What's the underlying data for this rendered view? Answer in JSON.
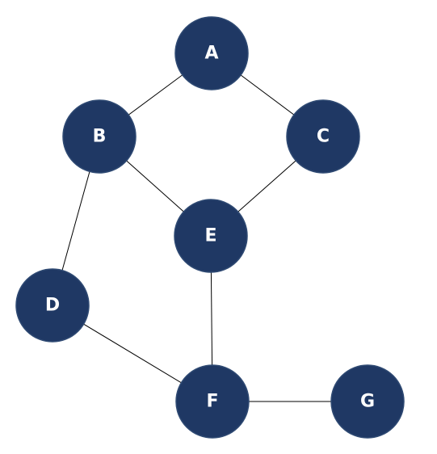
{
  "colors": {
    "node_fill": "#1f3864",
    "node_text": "#ffffff",
    "edge": "#000000",
    "background": "#ffffff"
  },
  "graph": {
    "nodes": [
      {
        "id": "A",
        "label": "A"
      },
      {
        "id": "B",
        "label": "B"
      },
      {
        "id": "C",
        "label": "C"
      },
      {
        "id": "E",
        "label": "E"
      },
      {
        "id": "D",
        "label": "D"
      },
      {
        "id": "F",
        "label": "F"
      },
      {
        "id": "G",
        "label": "G"
      }
    ],
    "edges": [
      {
        "from": "A",
        "to": "B"
      },
      {
        "from": "A",
        "to": "C"
      },
      {
        "from": "B",
        "to": "E"
      },
      {
        "from": "C",
        "to": "E"
      },
      {
        "from": "B",
        "to": "D"
      },
      {
        "from": "E",
        "to": "F"
      },
      {
        "from": "D",
        "to": "F"
      },
      {
        "from": "F",
        "to": "G"
      }
    ]
  }
}
